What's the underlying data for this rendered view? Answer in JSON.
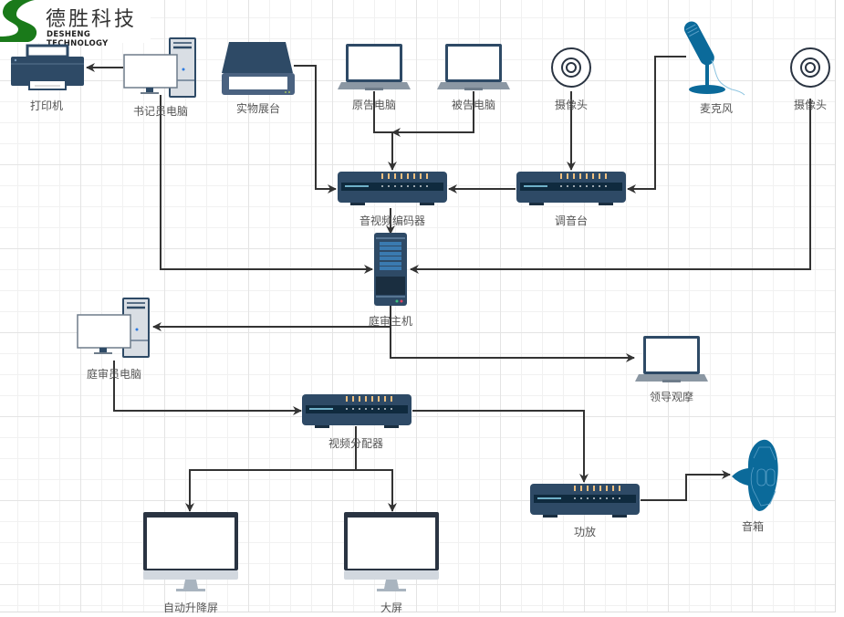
{
  "logo": {
    "title": "德胜科技",
    "subtitle": "DESHENG  TECHNOLOGY",
    "brand_color": "#1a7a1a"
  },
  "colors": {
    "device_dark": "#2e4a66",
    "device_light": "#d9dee4",
    "accent_blue": "#0b6a9a",
    "connector": "#333333",
    "led": "#f0c080"
  },
  "nodes": {
    "printer": {
      "label": "打印机",
      "icon": "printer-icon"
    },
    "clerk_pc": {
      "label": "书记员电脑",
      "icon": "desktop-computer-icon"
    },
    "document_camera": {
      "label": "实物展台",
      "icon": "document-camera-icon"
    },
    "plaintiff_laptop": {
      "label": "原告电脑",
      "icon": "laptop-icon"
    },
    "defendant_laptop": {
      "label": "被告电脑",
      "icon": "laptop-icon"
    },
    "camera_1": {
      "label": "摄像头",
      "icon": "camera-icon"
    },
    "microphone": {
      "label": "麦克风",
      "icon": "microphone-icon"
    },
    "camera_2": {
      "label": "摄像头",
      "icon": "camera-icon"
    },
    "av_codec": {
      "label": "音视频编码器",
      "icon": "network-device-icon"
    },
    "mixer": {
      "label": "调音台",
      "icon": "network-device-icon"
    },
    "court_host": {
      "label": "庭审主机",
      "icon": "server-tower-icon"
    },
    "judge_pc": {
      "label": "庭审员电脑",
      "icon": "desktop-computer-icon"
    },
    "leader_view": {
      "label": "领导观摩",
      "icon": "laptop-icon"
    },
    "video_splitter": {
      "label": "视频分配器",
      "icon": "network-device-icon"
    },
    "amplifier": {
      "label": "功放",
      "icon": "network-device-icon"
    },
    "speaker": {
      "label": "音箱",
      "icon": "speaker-icon"
    },
    "lift_screen": {
      "label": "自动升降屏",
      "icon": "monitor-icon"
    },
    "big_screen": {
      "label": "大屏",
      "icon": "monitor-icon"
    }
  },
  "edges": [
    {
      "from": "clerk_pc",
      "to": "printer"
    },
    {
      "from": "document_camera",
      "to": "av_codec"
    },
    {
      "from": "plaintiff_laptop",
      "to": "av_codec"
    },
    {
      "from": "defendant_laptop",
      "to": "av_codec"
    },
    {
      "from": "camera_1",
      "to": "mixer"
    },
    {
      "from": "microphone",
      "to": "mixer"
    },
    {
      "from": "mixer",
      "to": "av_codec"
    },
    {
      "from": "av_codec",
      "to": "court_host"
    },
    {
      "from": "clerk_pc",
      "to": "court_host"
    },
    {
      "from": "camera_2",
      "to": "court_host"
    },
    {
      "from": "court_host",
      "to": "judge_pc"
    },
    {
      "from": "court_host",
      "to": "leader_view"
    },
    {
      "from": "judge_pc",
      "to": "video_splitter"
    },
    {
      "from": "video_splitter",
      "to": "lift_screen"
    },
    {
      "from": "video_splitter",
      "to": "big_screen"
    },
    {
      "from": "video_splitter",
      "to": "amplifier"
    },
    {
      "from": "amplifier",
      "to": "speaker"
    }
  ]
}
